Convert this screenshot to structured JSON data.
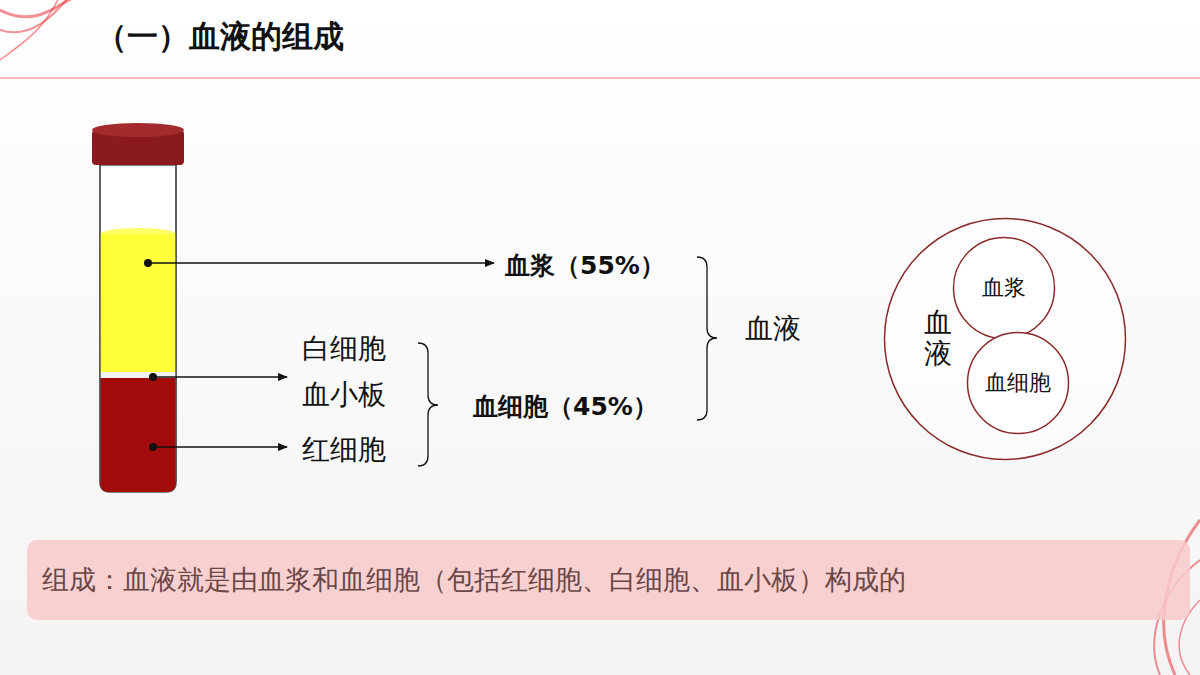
{
  "diagram": {
    "title": "（一）血液的组成",
    "nodes": [
      {
        "text": [
          "血液"
        ]
      },
      {
        "text": [
          "血浆"
        ],
        "in": 0
      },
      {
        "text": [
          "血细胞"
        ],
        "in": 0
      },
      {
        "text": [
          "组成：血液就是由血浆和血细胞（包括红细胞、白细胞、血小板）构成的"
        ]
      }
    ],
    "labels": [
      "血浆（55%）",
      "白细胞",
      "血小板",
      "红细胞",
      "血细胞（45%）",
      "血液"
    ]
  }
}
